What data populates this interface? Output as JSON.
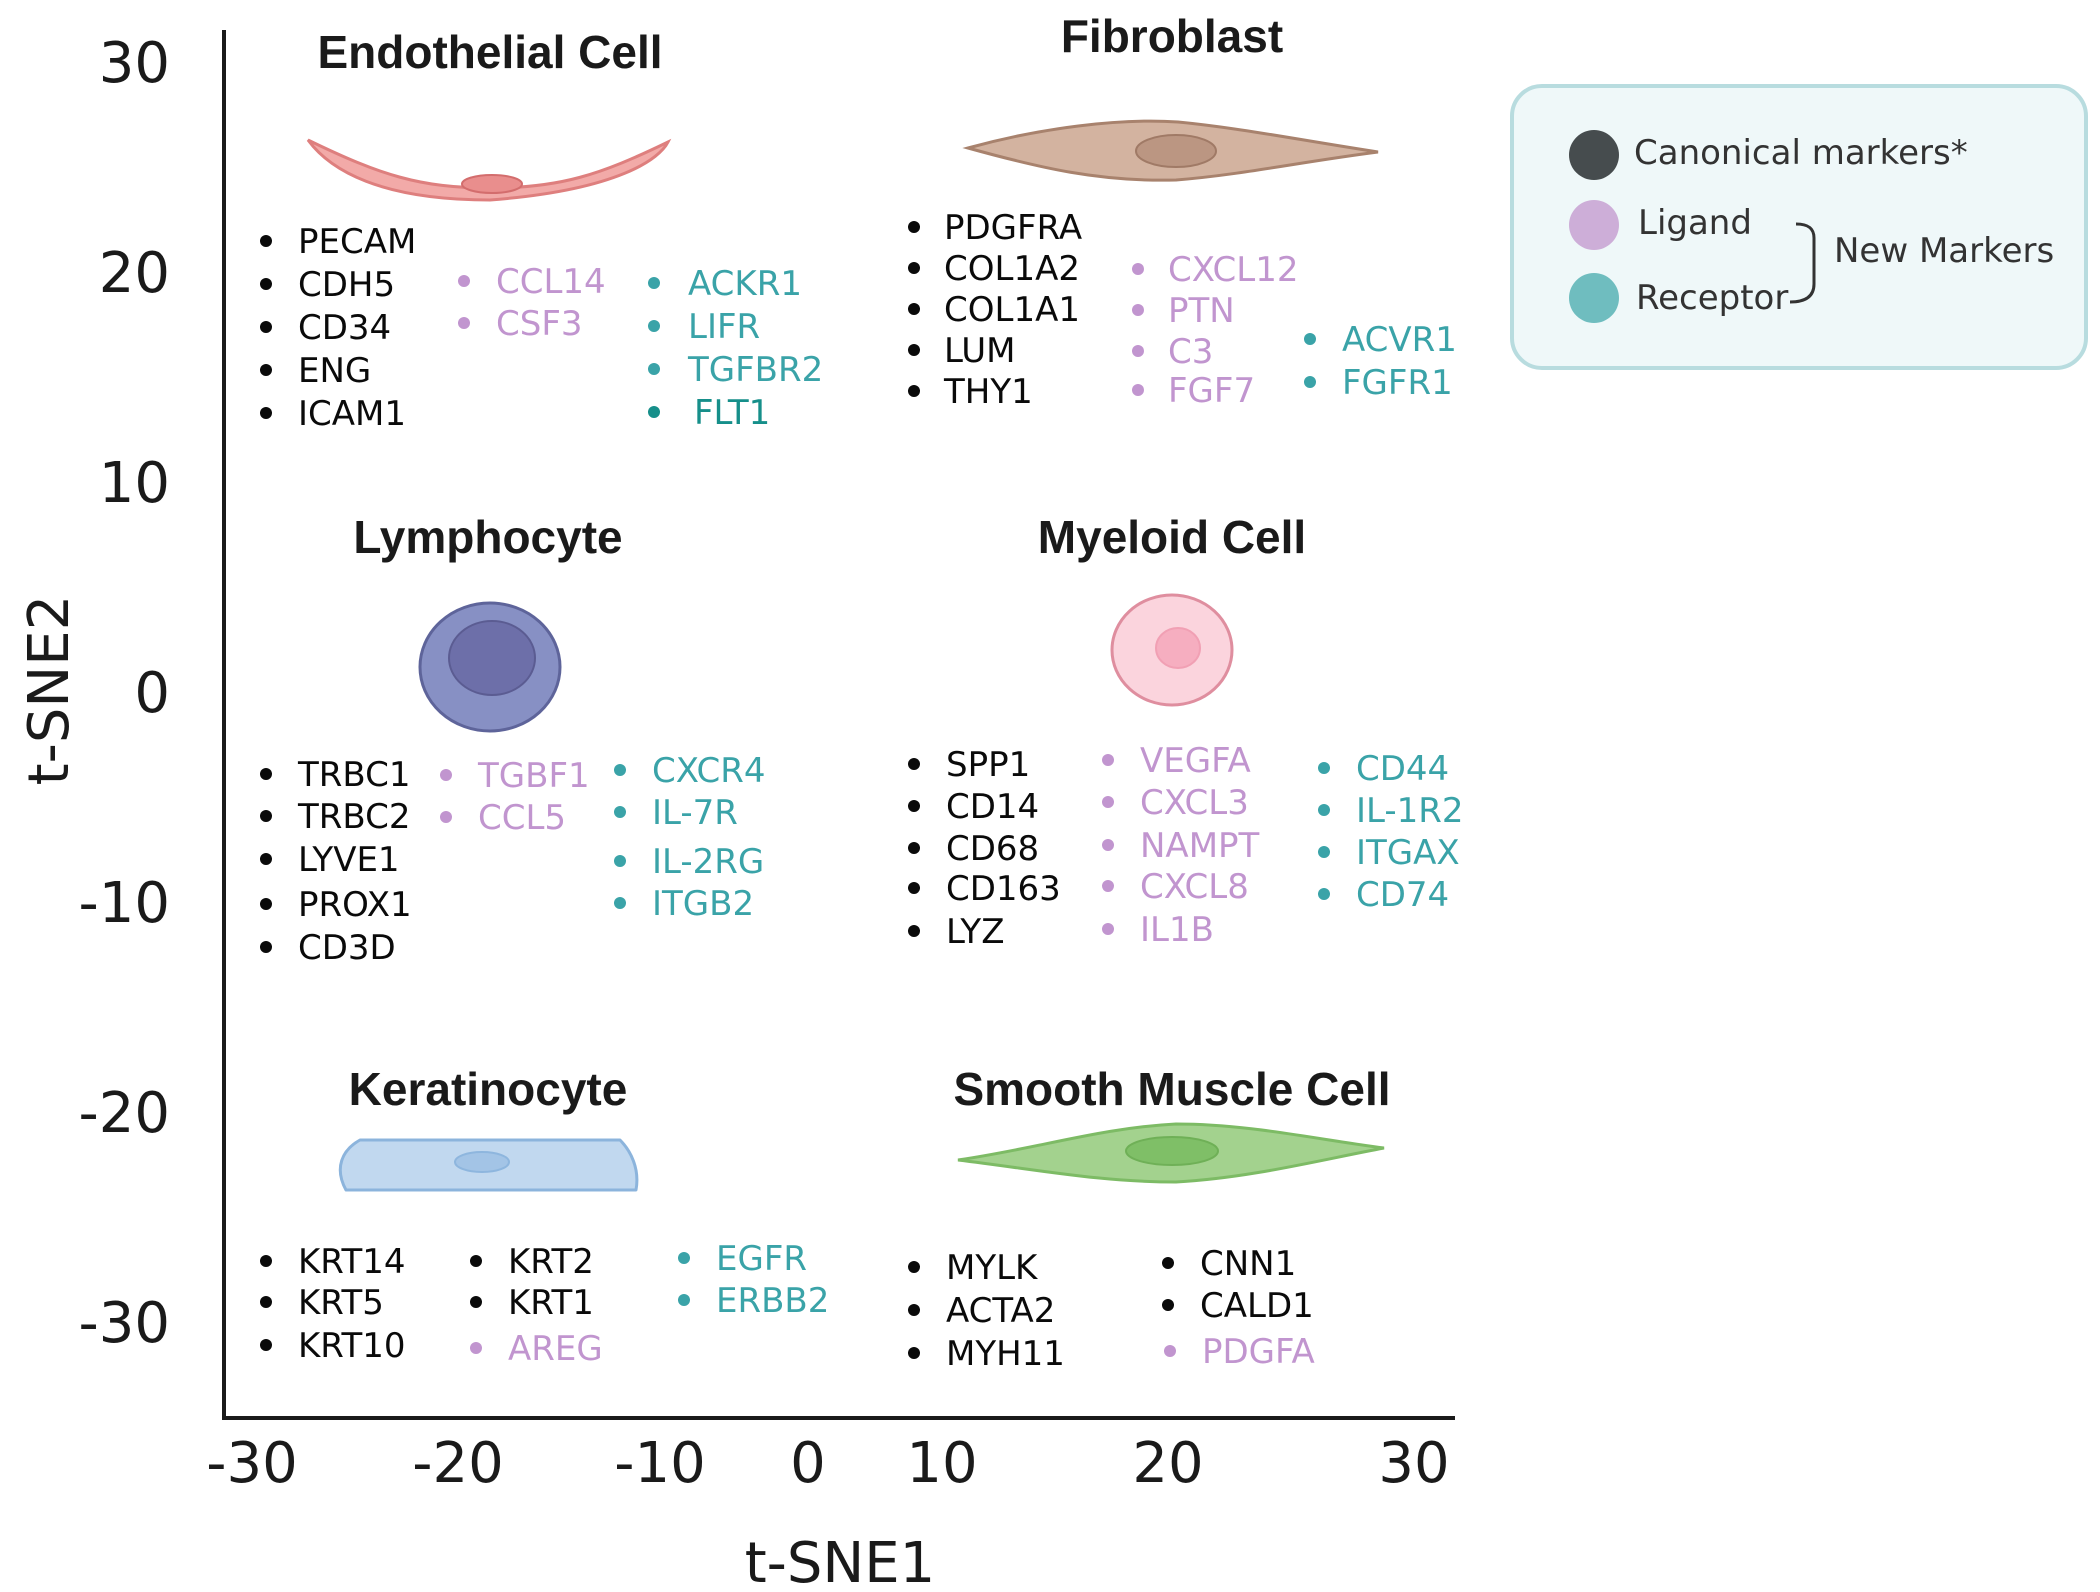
{
  "colors": {
    "canonical": "#0a0a0a",
    "ligand": "#c195cf",
    "receptor": "#3aa3a8",
    "axis": "#1a1a1a",
    "legend_bg": "#eff8f9",
    "legend_border": "#b8dcdf",
    "legend_canonical_dot": "#464c4e",
    "legend_ligand_dot": "#cdaed8",
    "legend_receptor_dot": "#6fbdbf"
  },
  "axes": {
    "xlabel": "t-SNE1",
    "ylabel": "t-SNE2",
    "x_ticks": [
      "-30",
      "-20",
      "-10",
      "0",
      "10",
      "20",
      "30"
    ],
    "y_ticks": [
      "30",
      "20",
      "10",
      "0",
      "-10",
      "-20",
      "-30"
    ]
  },
  "legend": {
    "canonical": "Canonical markers*",
    "ligand": "Ligand",
    "receptor": "Receptor",
    "new_markers": "New Markers"
  },
  "clusters": {
    "endothelial": {
      "title": "Endothelial Cell",
      "icon": "endothelial-cell-icon",
      "canonical": [
        "PECAM",
        "CDH5",
        "CD34",
        "ENG",
        "ICAM1"
      ],
      "ligand": [
        "CCL14",
        "CSF3"
      ],
      "receptor": [
        "ACKR1",
        "LIFR",
        "TGFBR2",
        "FLT1"
      ]
    },
    "fibroblast": {
      "title": "Fibroblast",
      "icon": "fibroblast-icon",
      "canonical": [
        "PDGFRA",
        "COL1A2",
        "COL1A1",
        "LUM",
        "THY1"
      ],
      "ligand": [
        "CXCL12",
        "PTN",
        "C3",
        "FGF7"
      ],
      "receptor": [
        "ACVR1",
        "FGFR1"
      ]
    },
    "lymphocyte": {
      "title": "Lymphocyte",
      "icon": "lymphocyte-icon",
      "canonical": [
        "TRBC1",
        "TRBC2",
        "LYVE1",
        "PROX1",
        "CD3D"
      ],
      "ligand": [
        "TGBF1",
        "CCL5"
      ],
      "receptor": [
        "CXCR4",
        "IL-7R",
        "IL-2RG",
        "ITGB2"
      ]
    },
    "myeloid": {
      "title": "Myeloid Cell",
      "icon": "myeloid-cell-icon",
      "canonical": [
        "SPP1",
        "CD14",
        "CD68",
        "CD163",
        "LYZ"
      ],
      "ligand": [
        "VEGFA",
        "CXCL3",
        "NAMPT",
        "CXCL8",
        "IL1B"
      ],
      "receptor": [
        "CD44",
        "IL-1R2",
        "ITGAX",
        "CD74"
      ]
    },
    "keratinocyte": {
      "title": "Keratinocyte",
      "icon": "keratinocyte-icon",
      "canonical_col1": [
        "KRT14",
        "KRT5",
        "KRT10"
      ],
      "canonical_col2": [
        "KRT2",
        "KRT1"
      ],
      "ligand": [
        "AREG"
      ],
      "receptor": [
        "EGFR",
        "ERBB2"
      ]
    },
    "smooth_muscle": {
      "title": "Smooth Muscle Cell",
      "icon": "smooth-muscle-cell-icon",
      "canonical_col1": [
        "MYLK",
        "ACTA2",
        "MYH11"
      ],
      "canonical_col2": [
        "CNN1",
        "CALD1"
      ],
      "ligand": [
        "PDGFA"
      ]
    }
  }
}
